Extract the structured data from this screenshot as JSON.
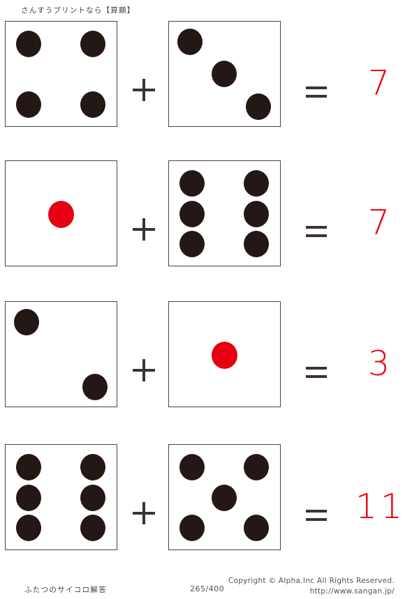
{
  "header": {
    "text": "さんすうプリントなら【算願】"
  },
  "colors": {
    "pip_black": "#231815",
    "pip_red": "#e60012",
    "answer_red": "#ee0011",
    "line": "#4a4140"
  },
  "operators": {
    "plus": "+",
    "equals": "="
  },
  "problems": [
    {
      "left_die": {
        "value": 4,
        "pip_color": "black",
        "pattern": [
          "s-tl",
          "s-tr",
          "s-bl",
          "s-br"
        ]
      },
      "right_die": {
        "value": 3,
        "pip_color": "black",
        "pattern": [
          "s-d1",
          "s-d2",
          "s-d3"
        ]
      },
      "answer": "7"
    },
    {
      "left_die": {
        "value": 1,
        "pip_color": "red",
        "pattern": [
          "s-c"
        ]
      },
      "right_die": {
        "value": 6,
        "pip_color": "black",
        "pattern": [
          "s-tl",
          "s-tr",
          "s-ml",
          "s-mr",
          "s-bl",
          "s-br"
        ]
      },
      "answer": "7"
    },
    {
      "left_die": {
        "value": 2,
        "pip_color": "black",
        "pattern": [
          "s-t1",
          "s-t2"
        ]
      },
      "right_die": {
        "value": 1,
        "pip_color": "red",
        "pattern": [
          "s-c"
        ]
      },
      "answer": "3"
    },
    {
      "left_die": {
        "value": 6,
        "pip_color": "black",
        "pattern": [
          "s-tl",
          "s-tr",
          "s-ml",
          "s-mr",
          "s-bl",
          "s-br"
        ]
      },
      "right_die": {
        "value": 5,
        "pip_color": "black",
        "pattern": [
          "s-tl",
          "s-tr",
          "s-c",
          "s-bl",
          "s-br"
        ]
      },
      "answer": "11"
    }
  ],
  "footer": {
    "title": "ふたつのサイコロ解答",
    "page": "265/400",
    "copyright": "Copyright ©  Alpha.Inc All Rights Reserved.",
    "url": "http://www.sangan.jp/"
  }
}
